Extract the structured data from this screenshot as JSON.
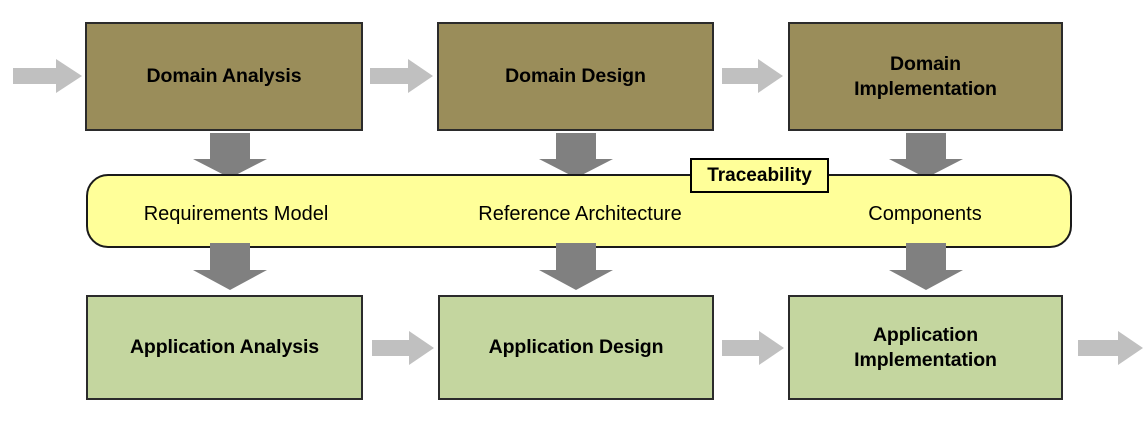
{
  "diagram": {
    "title": "Domain Engineering and Application Engineering process flow",
    "colors": {
      "domain_box_fill": "#9a8d5a",
      "application_box_fill": "#c4d69f",
      "asset_band_fill": "#ffff99",
      "flow_arrow_fill": "#c0c0c0",
      "derive_arrow_fill": "#808080",
      "box_border": "#2b2b2b",
      "text": "#000000"
    },
    "domain_row": {
      "name": "domain-engineering-row",
      "boxes": [
        {
          "label": "Domain Analysis"
        },
        {
          "label": "Domain Design"
        },
        {
          "label": "Domain\nImplementation",
          "line1": "Domain",
          "line2": "Implementation"
        }
      ]
    },
    "asset_band": {
      "name": "core-assets-band",
      "callout": {
        "label": "Traceability"
      },
      "labels": [
        {
          "label": "Requirements Model"
        },
        {
          "label": "Reference Architecture"
        },
        {
          "label": "Components"
        }
      ]
    },
    "application_row": {
      "name": "application-engineering-row",
      "boxes": [
        {
          "label": "Application Analysis"
        },
        {
          "label": "Application Design"
        },
        {
          "label": "Application\nImplementation",
          "line1": "Application",
          "line2": "Implementation"
        }
      ]
    },
    "flow_arrows": [
      {
        "name": "arrow-into-domain-analysis",
        "direction": "right"
      },
      {
        "name": "arrow-domain-analysis-to-domain-design",
        "direction": "right"
      },
      {
        "name": "arrow-domain-design-to-domain-implementation",
        "direction": "right"
      },
      {
        "name": "arrow-into-application-analysis",
        "direction": "right"
      },
      {
        "name": "arrow-application-analysis-to-application-design",
        "direction": "right"
      },
      {
        "name": "arrow-application-design-to-application-implementation",
        "direction": "right"
      },
      {
        "name": "arrow-out-of-application-implementation",
        "direction": "right"
      }
    ],
    "derive_arrows": [
      {
        "name": "arrow-domain-analysis-to-requirements-model",
        "direction": "down"
      },
      {
        "name": "arrow-domain-design-to-reference-architecture",
        "direction": "down"
      },
      {
        "name": "arrow-domain-implementation-to-components",
        "direction": "down"
      },
      {
        "name": "arrow-requirements-model-to-application-analysis",
        "direction": "down"
      },
      {
        "name": "arrow-reference-architecture-to-application-design",
        "direction": "down"
      },
      {
        "name": "arrow-components-to-application-implementation",
        "direction": "down"
      }
    ]
  }
}
